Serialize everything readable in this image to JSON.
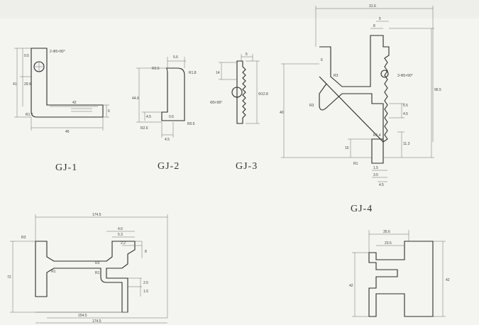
{
  "drawing": {
    "sheet_title": "",
    "parts": [
      {
        "id": "gj1",
        "label": "GJ-1"
      },
      {
        "id": "gj2",
        "label": "GJ-2"
      },
      {
        "id": "gj3",
        "label": "GJ-3"
      },
      {
        "id": "gj4",
        "label": "GJ-4"
      },
      {
        "id": "gj5",
        "label": ""
      },
      {
        "id": "gj6",
        "label": ""
      }
    ]
  },
  "dimensions": {
    "gj1": {
      "hole": "2-Φ5×90°",
      "height": "41",
      "top_v": "9.5",
      "mid_v": "29.6",
      "width": "46",
      "corner": "R1.7",
      "bottom": "6",
      "inner": "42"
    },
    "gj2": {
      "top": "5.6",
      "r_top_left": "R2.6",
      "r_top_right": "R1.8",
      "height": "44.6",
      "small": "4.5",
      "small2": "0.6",
      "r_bottom_left": "R2.6",
      "r_bottom_right": "R0.5",
      "bottom": "4.5"
    },
    "gj3": {
      "top": "5",
      "left": "14",
      "right": "Φ12.8",
      "hole": "Φ5×90°"
    },
    "gj4": {
      "width": "31.6",
      "top1": "8",
      "top2": "5",
      "left_h": "40",
      "right_h": "96.5",
      "r1": "R3",
      "r2": "R3",
      "hole": "3-Φ5×90°",
      "mid": "6.5",
      "mid2": "4.5",
      "lower": "11.3",
      "r_low": "R1.4",
      "r_low2": "R1",
      "b1": "1.5",
      "b2": "3.5",
      "b3": "4.5",
      "h15": "15",
      "v6": "6"
    },
    "gj5": {
      "top": "174.5",
      "r_top": "R3",
      "r_inner": "R1",
      "d1": "4.6",
      "d2": "5.3",
      "d3": "2.2",
      "h": "8",
      "r4": "R3",
      "r5": "R1",
      "left_h": "72",
      "bottom_inner": "154.5",
      "bottom": "174.5",
      "s1": "2.5",
      "s2": "1.5"
    },
    "gj6": {
      "top1": "35.6",
      "top2": "23.5",
      "left_h": "42",
      "right_h": "42"
    }
  }
}
